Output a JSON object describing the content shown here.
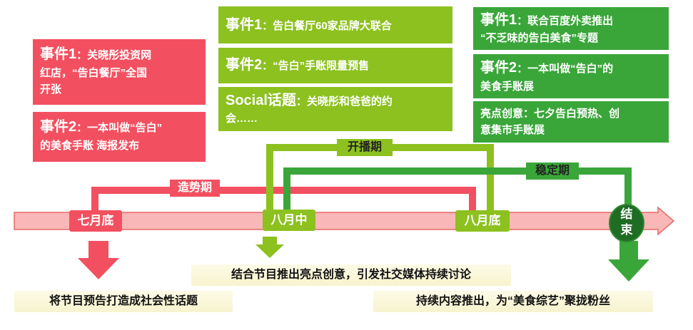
{
  "colors": {
    "red": "#f25060",
    "lime": "#8cc11f",
    "green": "#3aa63a",
    "timeline_fill": "#f9b7b7",
    "timeline_edge": "#e36a6a",
    "end_node": "#1f6d25"
  },
  "phases": {
    "build": "造势期",
    "launch": "开播期",
    "stable": "稳定期"
  },
  "nodes": {
    "late_july": "七月底",
    "mid_august": "八月中",
    "late_august": "八月底",
    "end_line1": "结",
    "end_line2": "束"
  },
  "build_events": {
    "e1_head": "事件1",
    "e1_text": "：关晓彤投资网",
    "e1_text2": "红店，“告白餐厅”全国",
    "e1_text3": "开张",
    "e2_head": "事件2",
    "e2_text": "：一本叫做“告白”",
    "e2_text2": "的美食手账  海报发布"
  },
  "launch_events": {
    "e1_head": "事件1",
    "e1_text": "：告白餐厅60家品牌大联合",
    "e2_head": "事件2",
    "e2_text": "：“告白”手账限量预售",
    "e3_head": "Social话题",
    "e3_text": "：关晓彤和爸爸的约",
    "e3_text2": "会……"
  },
  "stable_events": {
    "e1_head": "事件1",
    "e1_text": "：联合百度外卖推出",
    "e1_text2": "“不乏味的告白美食”专题",
    "e2_head": "事件2",
    "e2_text": "：一本叫做“告白”的",
    "e2_text2": "美食手账展",
    "e3_text": "亮点创意：七夕告白预热、创",
    "e3_text2": "意集市手账展"
  },
  "captions": {
    "left": "将节目预告打造成社会性话题",
    "middle": "结合节目推出亮点创意，引发社交媒体持续讨论",
    "right": "持续内容推出，为“美食综艺”聚拢粉丝"
  }
}
